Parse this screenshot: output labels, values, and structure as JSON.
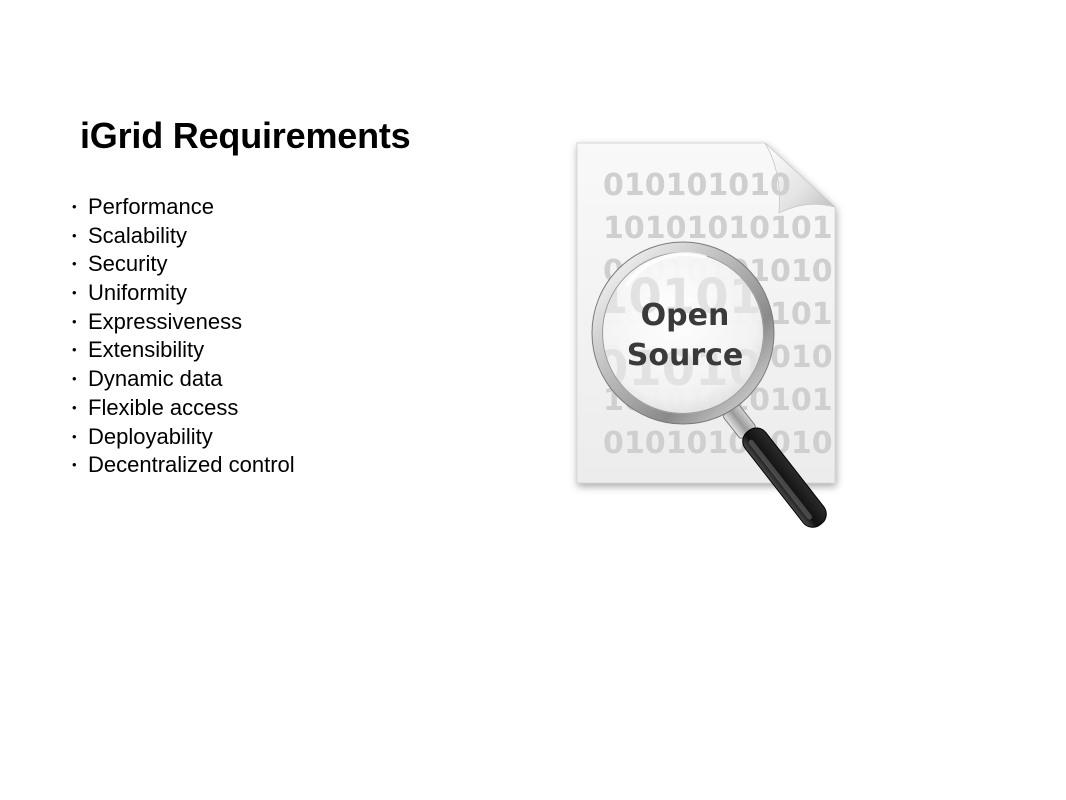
{
  "slide": {
    "title": "iGrid Requirements",
    "bullets": [
      "Performance",
      "Scalability",
      "Security",
      "Uniformity",
      "Expressiveness",
      "Extensibility",
      "Dynamic data",
      "Flexible access",
      "Deployability",
      "Decentralized control"
    ]
  },
  "illustration": {
    "icon": "open-source-magnifier-icon",
    "binary_rows": [
      "010101010",
      "10101010101",
      "01010101010",
      "10101010101",
      "01010101010",
      "10101010101",
      "01010101010"
    ],
    "lens_text_line1": "Open",
    "lens_text_line2": "Source",
    "lens_bg_digits": [
      "101010",
      "010101"
    ],
    "colors": {
      "paper": "#f4f4f4",
      "digits": "#cfcfcf",
      "lens_text": "#3a3a3a",
      "handle": "#1c1c1c"
    }
  }
}
